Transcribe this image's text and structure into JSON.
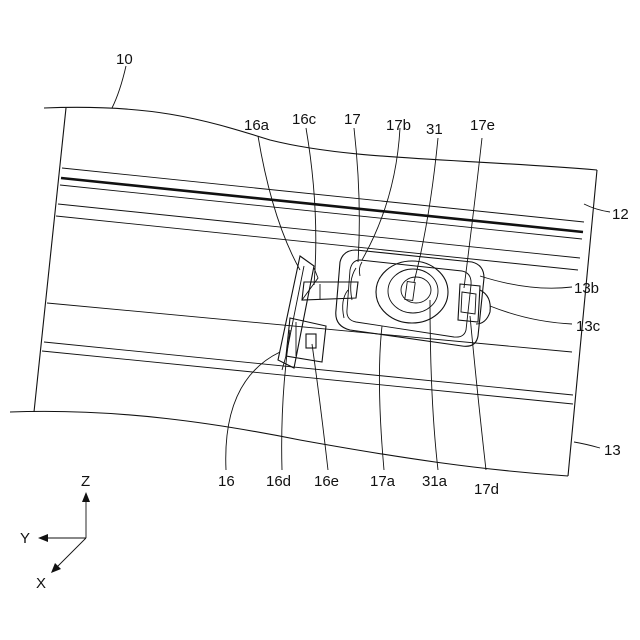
{
  "labels": {
    "l10": "10",
    "l12": "12",
    "l13": "13",
    "l13b": "13b",
    "l13c": "13c",
    "l16": "16",
    "l16a": "16a",
    "l16c": "16c",
    "l16d": "16d",
    "l16e": "16e",
    "l17": "17",
    "l17a": "17a",
    "l17b": "17b",
    "l17d": "17d",
    "l17e": "17e",
    "l31": "31",
    "l31a": "31a"
  },
  "axes": {
    "z": "Z",
    "y": "Y",
    "x": "X"
  }
}
